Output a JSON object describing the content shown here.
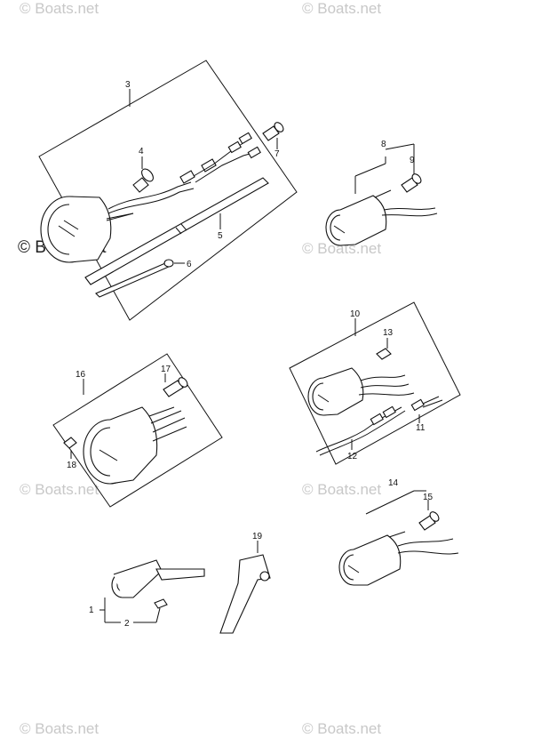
{
  "watermarks": {
    "text": "© Boats.net",
    "color": "#c8c8c8"
  },
  "diagram": {
    "callouts": [
      "1",
      "2",
      "3",
      "4",
      "5",
      "6",
      "7",
      "8",
      "9",
      "10",
      "11",
      "12",
      "13",
      "14",
      "15",
      "16",
      "17",
      "18",
      "19"
    ]
  }
}
